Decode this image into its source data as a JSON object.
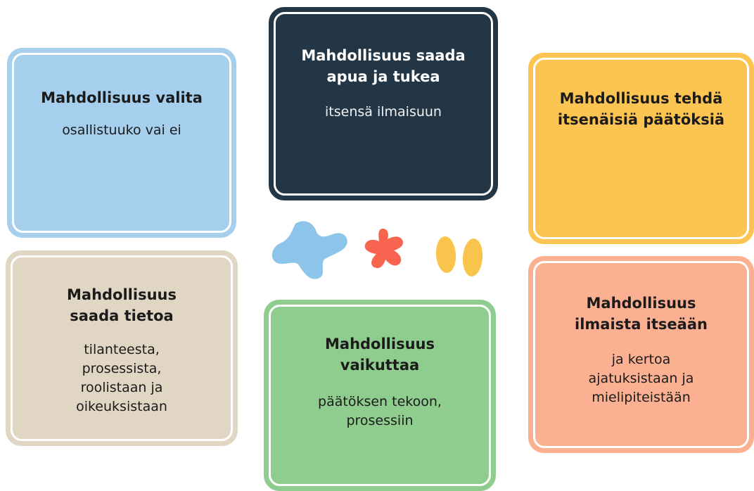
{
  "cards": {
    "valita": {
      "title": "Mahdollisuus valita",
      "body": "osallistuuko vai ei",
      "color": "#a6cfee"
    },
    "apua": {
      "title": "Mahdollisuus saada\napua ja tukea",
      "body": "itsensä ilmaisuun",
      "color": "#223646"
    },
    "tehda": {
      "title": "Mahdollisuus tehdä\nitsenäisiä päätöksiä",
      "body": "",
      "color": "#fcc450"
    },
    "tietoa": {
      "title": "Mahdollisuus\nsaada tietoa",
      "body": "tilanteesta,\nprosessista,\nroolistaan ja\noikeuksistaan",
      "color": "#e0d6c3"
    },
    "vaikuttaa": {
      "title": "Mahdollisuus\nvaikuttaa",
      "body": "päätöksen tekoon,\nprosessiin",
      "color": "#8fcd8f"
    },
    "ilmaista": {
      "title": "Mahdollisuus\nilmaista itseään",
      "body": "ja kertoa\najatuksistaan ja\nmielipiteistään",
      "color": "#fbb092"
    }
  },
  "decorations": {
    "blob_color": "#8cc4ea",
    "splat_color": "#f86450",
    "drops_color": "#f9c44c"
  }
}
